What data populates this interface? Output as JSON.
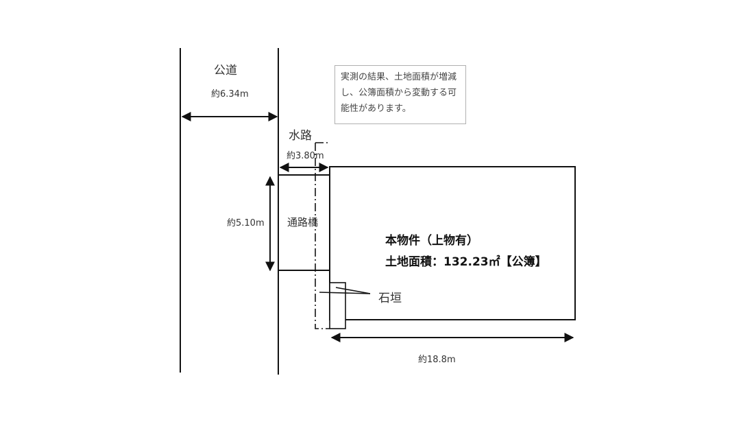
{
  "labels": {
    "public_road": "公道",
    "road_width": "約6.34m",
    "waterway": "水路",
    "waterway_width": "約3.80m",
    "bridge_length": "約5.10m",
    "bridge": "通路橋",
    "stone_wall": "石垣",
    "property_width": "約18.8m"
  },
  "note": "実測の結果、土地面積が増減し、公簿面積から変動する可能性があります。",
  "property": {
    "name": "本物件（上物有）",
    "area": "土地面積：132.23㎡【公簿】"
  }
}
